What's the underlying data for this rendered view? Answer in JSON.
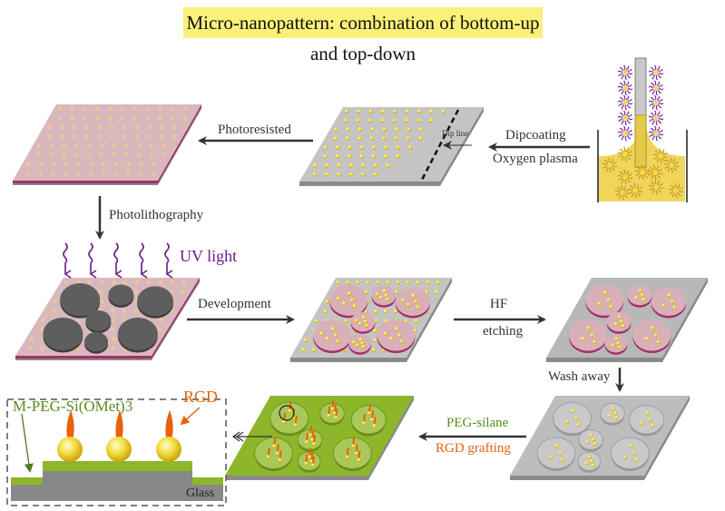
{
  "title": "Micro-nanopattern: combination of bottom-up and top-down",
  "steps": {
    "photoresisted": "Photoresisted",
    "dip_line": "Dip line",
    "dipcoating": "Dipcoating",
    "oxygen_plasma": "Oxygen plasma",
    "photolithography": "Photolithography",
    "uv_light": "UV light",
    "development": "Development",
    "hf": "HF",
    "etching": "etching",
    "wash_away": "Wash away",
    "peg_silane": "PEG-silane",
    "rgd_grafting": "RGD grafting"
  },
  "inset": {
    "peg_label": "M-PEG-Si(OMet)3",
    "rgd_label": "RGD",
    "glass_label": "Glass"
  },
  "colors": {
    "photoresist": "#d9b5bb",
    "photoresist_edge": "#a0306e",
    "glass": "#b8b8b8",
    "gold": "#f2dc3c",
    "peg": "#8db62a",
    "rgd": "#e8620a",
    "uv": "#6a1b8a",
    "title_bg": "#faf07a"
  }
}
